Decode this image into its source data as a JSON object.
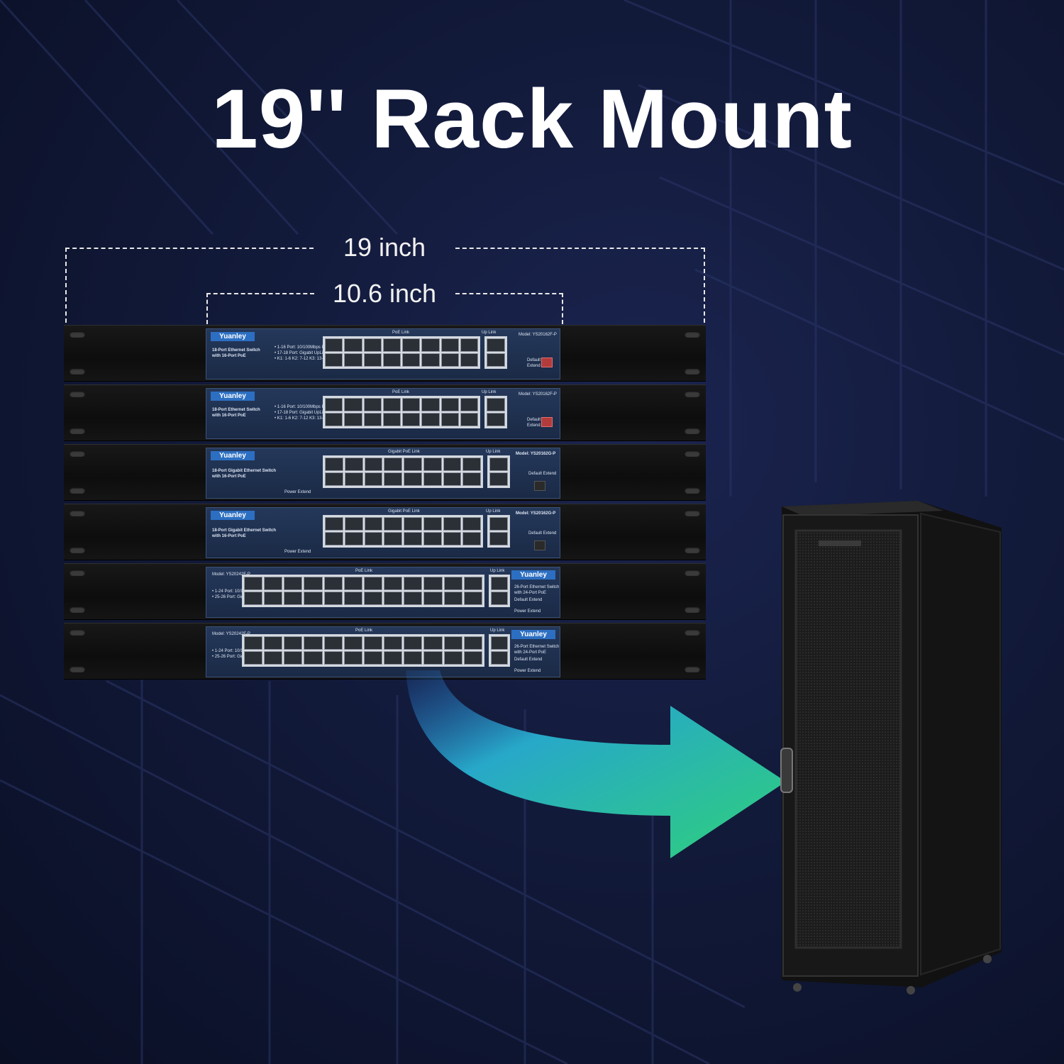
{
  "headline": "19'' Rack Mount",
  "dimensions": {
    "outer_label": "19 inch",
    "inner_label": "10.6 inch"
  },
  "switches": [
    {
      "brand": "Yuanley",
      "title_line1": "18-Port Ethernet Switch",
      "title_line2": "with 16-Port PoE",
      "notes": [
        "• 1-16 Port: 10/100Mbps PoE",
        "• 17-18 Port: Gigabit UpLink",
        "• K1: 1-6  K2: 7-12  K3: 13-16"
      ],
      "group_label": "PoE  Link",
      "uplink_label": "Up  Link",
      "model": "Model: YS20162F-P",
      "mode_labels": [
        "Default",
        "Extend"
      ]
    },
    {
      "brand": "Yuanley",
      "title_line1": "18-Port Ethernet Switch",
      "title_line2": "with 16-Port PoE",
      "notes": [
        "• 1-16 Port: 10/100Mbps PoE",
        "• 17-18 Port: Gigabit UpLink",
        "• K1: 1-6  K2: 7-12  K3: 13-16"
      ],
      "group_label": "PoE  Link",
      "uplink_label": "Up  Link",
      "model": "Model: YS20162F-P",
      "mode_labels": [
        "Default",
        "Extend"
      ]
    },
    {
      "brand": "Yuanley",
      "title_line1": "18-Port Gigabit Ethernet Switch",
      "title_line2": "with 16-Port PoE",
      "group_label": "Gigabit PoE  Link",
      "uplink_label": "Up  Link",
      "model": "Model: YS20162G-P",
      "mode_labels": [
        "Default",
        "Extend"
      ],
      "power_label": "Power  Extend"
    },
    {
      "brand": "Yuanley",
      "title_line1": "18-Port Gigabit Ethernet Switch",
      "title_line2": "with 16-Port PoE",
      "group_label": "Gigabit PoE  Link",
      "uplink_label": "Up  Link",
      "model": "Model: YS20162G-P",
      "mode_labels": [
        "Default",
        "Extend"
      ],
      "power_label": "Power  Extend"
    },
    {
      "brand": "Yuanley",
      "title_line1": "26-Port Ethernet Switch",
      "title_line2": "with 24-Port PoE",
      "model": "Model: YS20242F-P",
      "notes": [
        "• 1-24 Port: 10/100Mbps PoE",
        "• 25-26 Port: Gigabit UpLink"
      ],
      "group_label": "PoE  Link",
      "uplink_label": "Up  Link",
      "mode_labels": [
        "Default",
        "Extend"
      ],
      "power_label": "Power  Extend"
    },
    {
      "brand": "Yuanley",
      "title_line1": "26-Port Ethernet Switch",
      "title_line2": "with 24-Port PoE",
      "model": "Model: YS20242F-P",
      "notes": [
        "• 1-24 Port: 10/100Mbps PoE",
        "• 25-26 Port: Gigabit UpLink"
      ],
      "group_label": "PoE  Link",
      "uplink_label": "Up  Link",
      "mode_labels": [
        "Default",
        "Extend"
      ],
      "power_label": "Power  Extend"
    }
  ],
  "colors": {
    "background": "#121a3a",
    "arrow_start": "#2a6fd0",
    "arrow_end": "#2fd07a",
    "brand_badge": "#2c6fc2"
  }
}
